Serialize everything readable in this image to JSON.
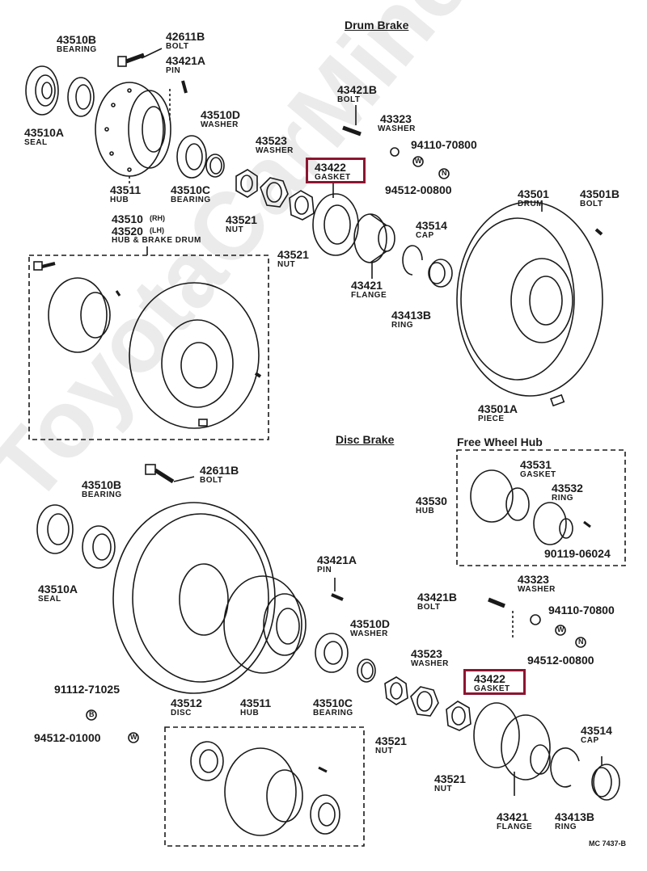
{
  "sections": {
    "drum": "Drum Brake",
    "disc": "Disc Brake",
    "freewheel": "Free Wheel Hub"
  },
  "highlight_color": "#8c1530",
  "watermark": "ToyotaCarMine.ru",
  "ref": "MC 7437-B",
  "drum": {
    "p43510B": {
      "num": "43510B",
      "name": "BEARING"
    },
    "p42611B": {
      "num": "42611B",
      "name": "BOLT"
    },
    "p43421A": {
      "num": "43421A",
      "name": "PIN"
    },
    "p43510A": {
      "num": "43510A",
      "name": "SEAL"
    },
    "p43510D": {
      "num": "43510D",
      "name": "WASHER"
    },
    "p43421B": {
      "num": "43421B",
      "name": "BOLT"
    },
    "p43323": {
      "num": "43323",
      "name": "WASHER"
    },
    "p94110": {
      "num": "94110-70800"
    },
    "p43523": {
      "num": "43523",
      "name": "WASHER"
    },
    "p43422": {
      "num": "43422",
      "name": "GASKET"
    },
    "p94512": {
      "num": "94512-00800"
    },
    "p43511": {
      "num": "43511",
      "name": "HUB"
    },
    "p43510C": {
      "num": "43510C",
      "name": "BEARING"
    },
    "p43501": {
      "num": "43501",
      "name": "DRUM"
    },
    "p43501B": {
      "num": "43501B",
      "name": "BOLT"
    },
    "p43521a": {
      "num": "43521",
      "name": "NUT"
    },
    "p43514": {
      "num": "43514",
      "name": "CAP"
    },
    "p43510RH": {
      "num": "43510",
      "tag": "(RH)"
    },
    "p43520LH": {
      "num": "43520",
      "tag": "(LH)"
    },
    "hubdrum": "HUB & BRAKE DRUM",
    "p43521b": {
      "num": "43521",
      "name": "NUT"
    },
    "p43421": {
      "num": "43421",
      "name": "FLANGE"
    },
    "p43413B": {
      "num": "43413B",
      "name": "RING"
    },
    "p43501A": {
      "num": "43501A",
      "name": "PIECE"
    }
  },
  "disc": {
    "p42611B": {
      "num": "42611B",
      "name": "BOLT"
    },
    "p43510B": {
      "num": "43510B",
      "name": "BEARING"
    },
    "p43510A": {
      "num": "43510A",
      "name": "SEAL"
    },
    "p43421A": {
      "num": "43421A",
      "name": "PIN"
    },
    "p43510D": {
      "num": "43510D",
      "name": "WASHER"
    },
    "p43421B": {
      "num": "43421B",
      "name": "BOLT"
    },
    "p43323": {
      "num": "43323",
      "name": "WASHER"
    },
    "p94110": {
      "num": "94110-70800"
    },
    "p94512a": {
      "num": "94512-00800"
    },
    "p43523": {
      "num": "43523",
      "name": "WASHER"
    },
    "p43422": {
      "num": "43422",
      "name": "GASKET"
    },
    "p91112": {
      "num": "91112-71025"
    },
    "p43512": {
      "num": "43512",
      "name": "DISC"
    },
    "p43511": {
      "num": "43511",
      "name": "HUB"
    },
    "p43510C": {
      "num": "43510C",
      "name": "BEARING"
    },
    "p94512b": {
      "num": "94512-01000"
    },
    "p43521a": {
      "num": "43521",
      "name": "NUT"
    },
    "p43521b": {
      "num": "43521",
      "name": "NUT"
    },
    "p43514": {
      "num": "43514",
      "name": "CAP"
    },
    "p43421": {
      "num": "43421",
      "name": "FLANGE"
    },
    "p43413B": {
      "num": "43413B",
      "name": "RING"
    }
  },
  "freewheel": {
    "p43531": {
      "num": "43531",
      "name": "GASKET"
    },
    "p43530": {
      "num": "43530",
      "name": "HUB"
    },
    "p43532": {
      "num": "43532",
      "name": "RING"
    },
    "p90119": {
      "num": "90119-06024"
    }
  },
  "symbols": {
    "w": "W",
    "n": "N",
    "b": "B"
  }
}
